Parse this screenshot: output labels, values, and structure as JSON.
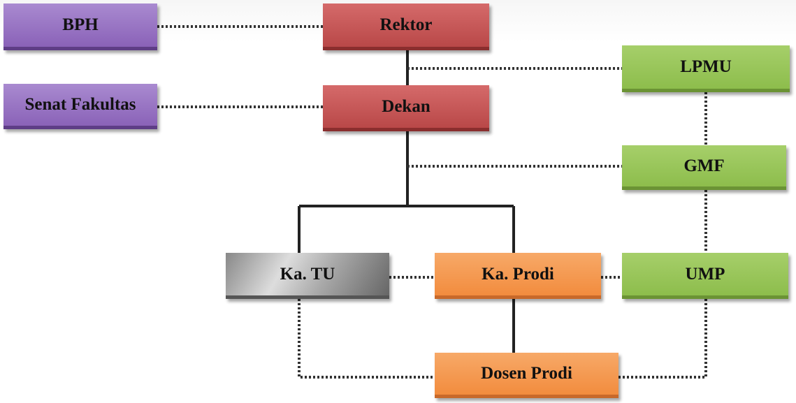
{
  "nodes": {
    "bph": "BPH",
    "rektor": "Rektor",
    "lpmu": "LPMU",
    "senat": "Senat Fakultas",
    "dekan": "Dekan",
    "gmf": "GMF",
    "katu": "Ka. TU",
    "kaprodi": "Ka. Prodi",
    "ump": "UMP",
    "dosen": "Dosen Prodi"
  },
  "colors": {
    "purple": "#8a62b8",
    "red": "#b94848",
    "green": "#8dbd4c",
    "orange": "#f28c3e",
    "grey": "#999999"
  }
}
